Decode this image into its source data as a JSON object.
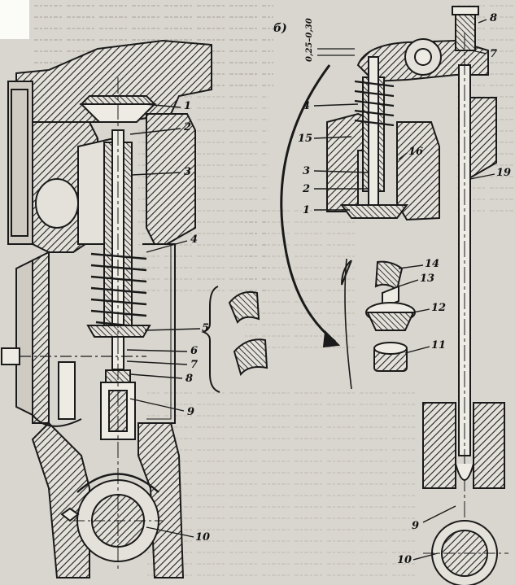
{
  "figure": {
    "panel_b_label": "б)",
    "clearance_label": "0,25–0,30",
    "callouts_left": [
      "1",
      "2",
      "3",
      "4",
      "5",
      "6",
      "7",
      "8",
      "9",
      "10"
    ],
    "callouts_right": [
      "8",
      "7",
      "4",
      "15",
      "16",
      "3",
      "2",
      "1",
      "19",
      "14",
      "13",
      "12",
      "11",
      "9",
      "10"
    ]
  },
  "colors": {
    "background": "#d9d6cf",
    "ink": "#1a1a1a",
    "paper_corner": "#fbfbf8"
  }
}
